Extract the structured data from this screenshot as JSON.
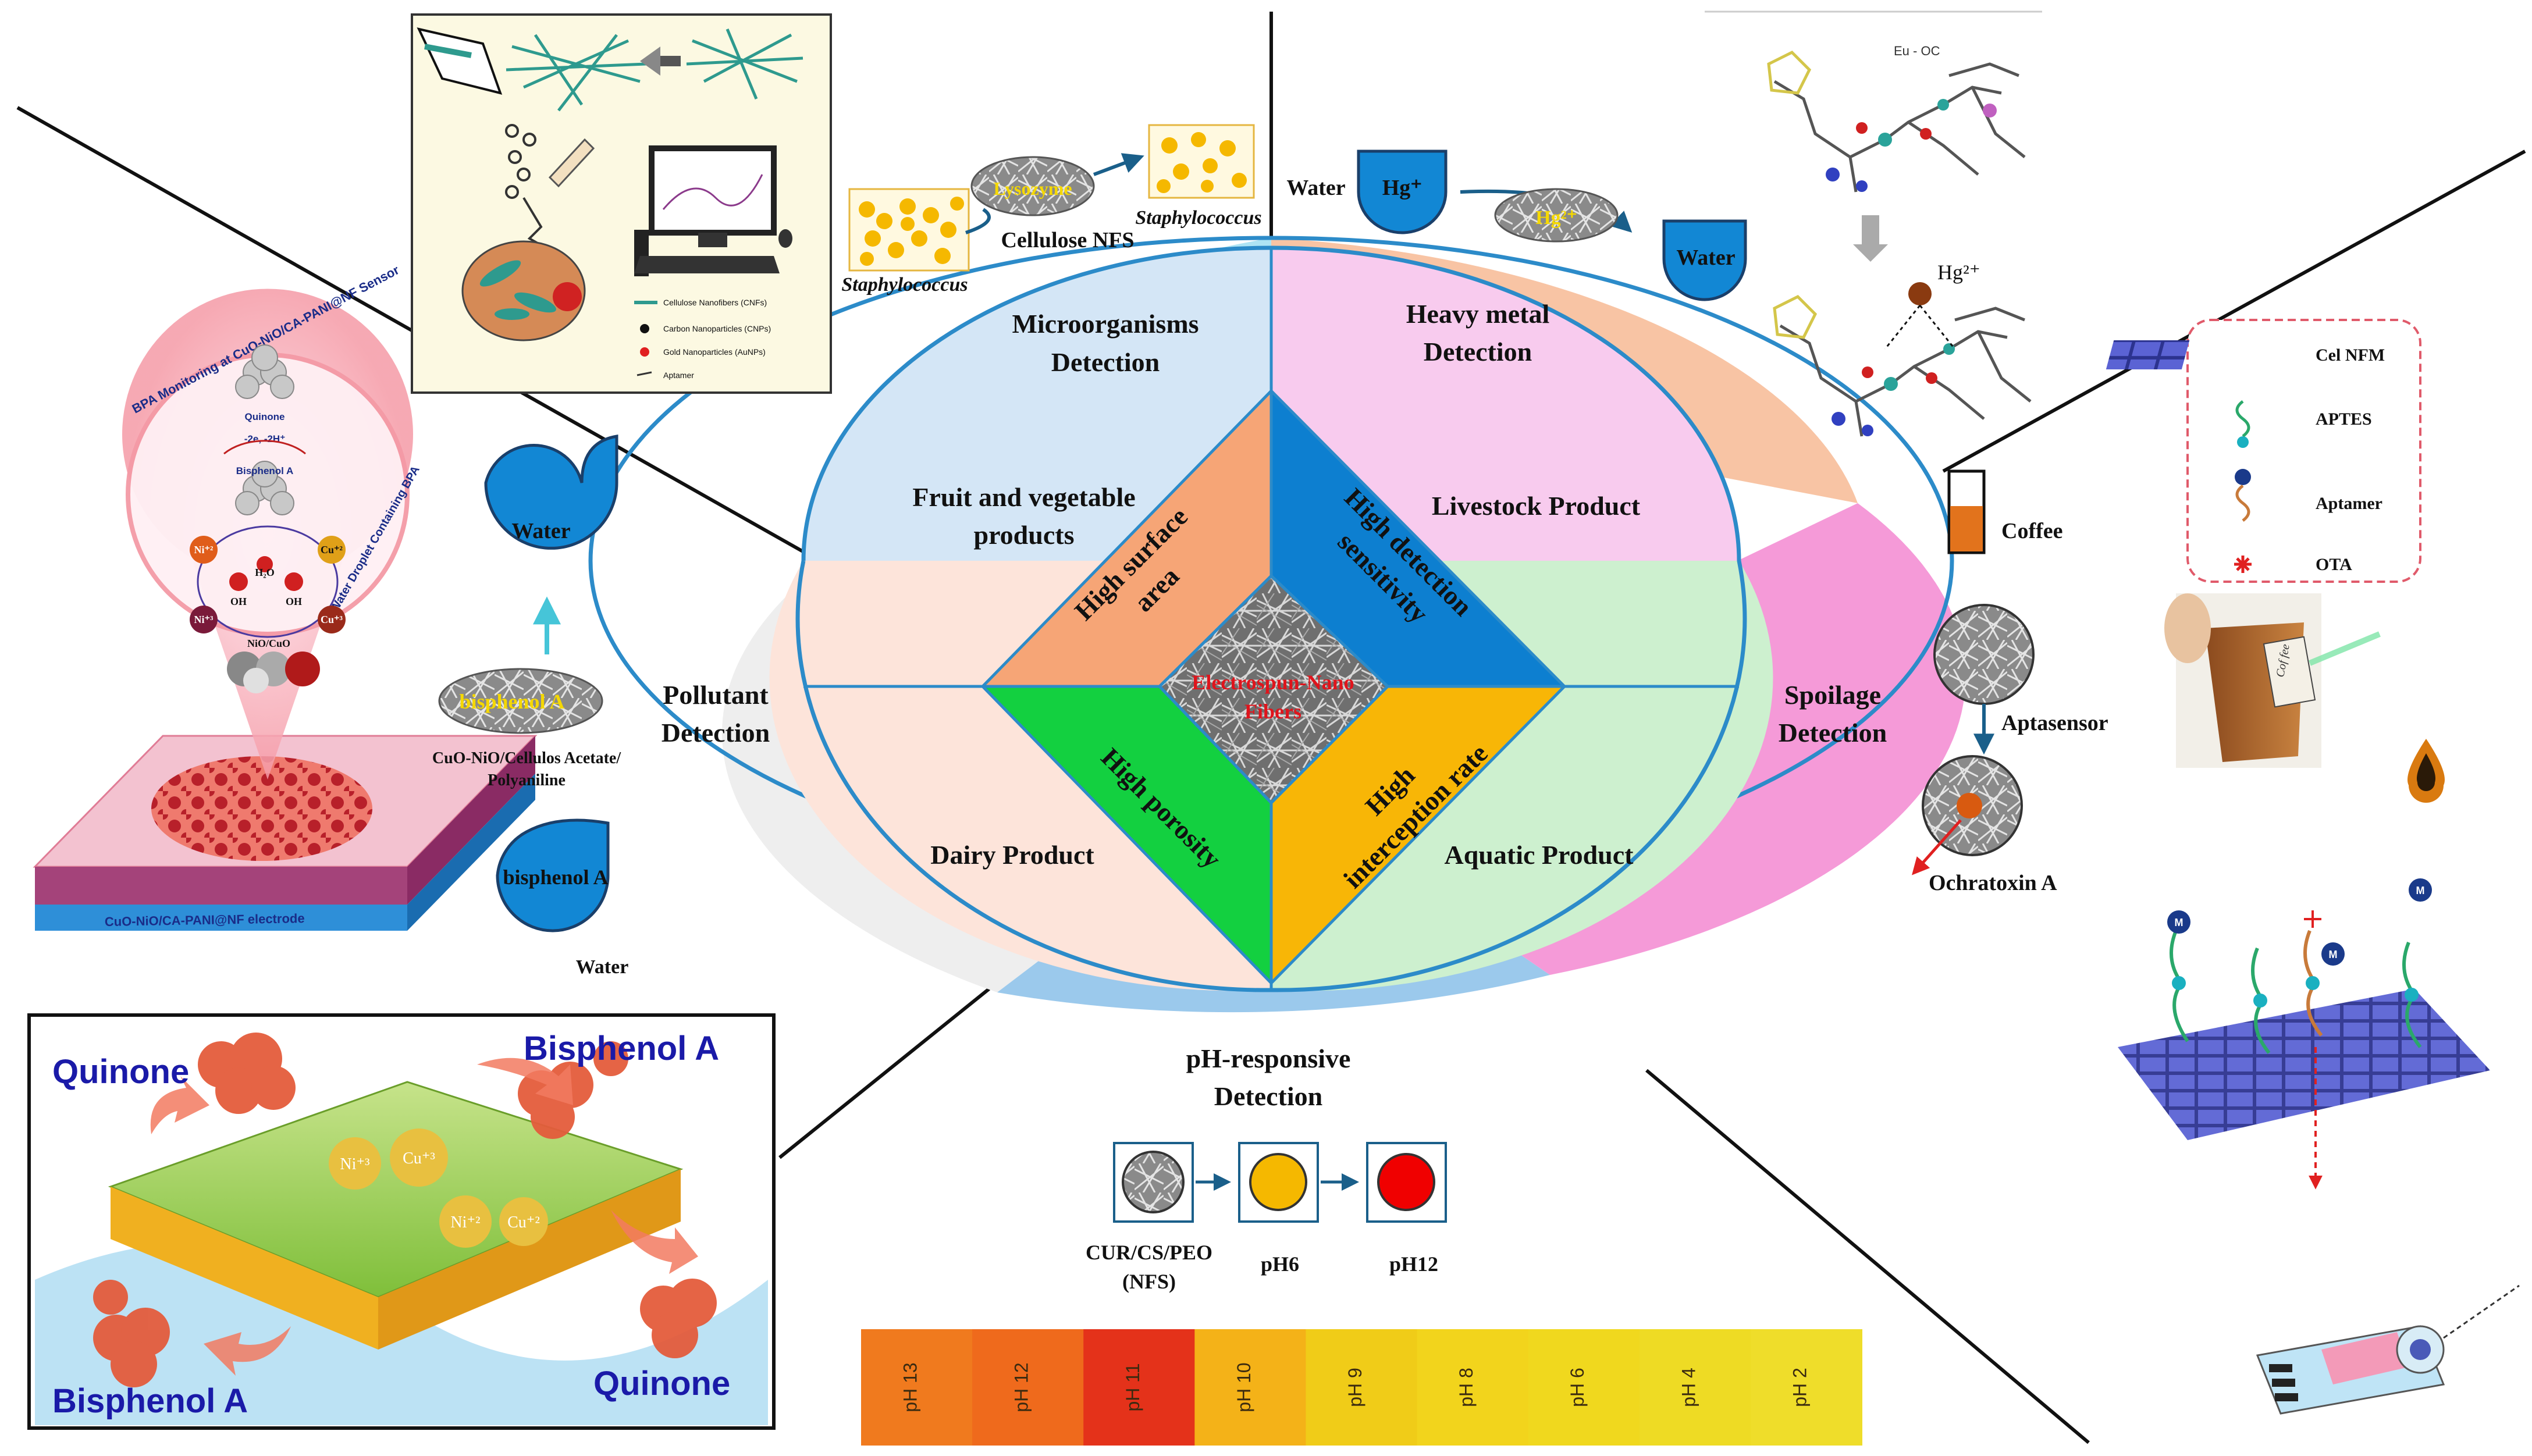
{
  "ring": {
    "top_left": [
      "Microorganisms",
      "Detection"
    ],
    "top_right": [
      "Heavy metal",
      "Detection"
    ],
    "left": [
      "Pollutant",
      "Detection"
    ],
    "right": [
      "Spoilage",
      "Detection"
    ],
    "bottom": [
      "pH-responsive",
      "Detection"
    ]
  },
  "inner": {
    "tl": [
      "Fruit and vegetable",
      "products"
    ],
    "tr": "Livestock Product",
    "bl": "Dairy Product",
    "br": "Aquatic Product"
  },
  "diamond": {
    "tl": [
      "High surface",
      "area"
    ],
    "tr": [
      "High detection",
      "sensitivity"
    ],
    "bl": "High porosity",
    "br": [
      "High",
      "interception rate"
    ],
    "center": [
      "Electrospun-Nano",
      "Fibers"
    ]
  },
  "micro_panel": {
    "legend": [
      "Cellulose Nanofibers (CNFs)",
      "Carbon Nanoparticles (CNPs)",
      "Gold Nanoparticles (AuNPs)",
      "Aptamer"
    ],
    "staph_left": "Staphylococcus",
    "lysozyme": "Lysozyme",
    "cellulose_nfs": "Cellulose NFS",
    "staph_right": "Staphylococcus"
  },
  "metal_panel": {
    "water_label": "Water",
    "hg_drop": "Hg⁺",
    "hg_fiber": "Hg²⁺",
    "water_drop": "Water",
    "eu_label": "Eu - OC",
    "hg_ion": "Hg²⁺"
  },
  "pollutant_panel": {
    "sensor_title": "BPA Monitoring at CuO-NiO/CA-PANI@NF Sensor",
    "quinone": "Quinone",
    "reaction": "-2e, -2H⁺",
    "bisphenol": "Bisphenol A",
    "ni2": "Ni⁺²",
    "cu2": "Cu⁺²",
    "ni3": "Ni⁺³",
    "cu3": "Cu⁺³",
    "h2o": "H₂O",
    "oh1": "OH",
    "oh2": "OH",
    "nio_cuo": "NiO/CuO",
    "droplet_label": "Water Droplet Containing BPA",
    "electrode_label": "CuO-NiO/CA-PANI@NF electrode",
    "water_drop": "Water",
    "bisphenol_fiber": "bisphenol A",
    "fiber_caption": [
      "CuO-NiO/Cellulos Acetate/",
      "Polyaniline"
    ],
    "bisphenol_drop": "bisphenol A",
    "water_caption": "Water"
  },
  "bpa_box": {
    "quinone_tl": "Quinone",
    "bisphenol_tr": "Bisphenol A",
    "bisphenol_bl": "Bisphenol A",
    "quinone_br": "Quinone",
    "ions": [
      "Ni⁺³",
      "Cu⁺³",
      "Ni⁺²",
      "Cu⁺²"
    ]
  },
  "spoilage_panel": {
    "coffee": "Coffee",
    "aptasensor": "Aptasensor",
    "ochratoxin": "Ochratoxin A",
    "legend": [
      "Cel NFM",
      "APTES",
      "Aptamer",
      "OTA"
    ],
    "cup_label": "Cof fee",
    "m_label": "M"
  },
  "ph_panel": {
    "labels": [
      "CUR/CS/PEO",
      "(NFS)",
      "pH6",
      "pH12"
    ],
    "strip": [
      "pH 13",
      "pH 12",
      "pH 11",
      "pH 10",
      "pH 9",
      "pH 8",
      "pH 6",
      "pH 4",
      "pH 2"
    ],
    "colors": [
      "#f07a1e",
      "#ef6a1c",
      "#e4321a",
      "#f4b218",
      "#f0cc18",
      "#f2d41c",
      "#f0d81e",
      "#eedb24",
      "#efdd2a"
    ]
  },
  "colors": {
    "ring_tl": "#aee4f4",
    "ring_tr": "#f8c4a4",
    "ring_left": "#eeeeee",
    "ring_right": "#f59ad8",
    "ring_bottom": "#9bc9ec",
    "inner_tl": "#d4e6f6",
    "inner_tr": "#f8cbee",
    "inner_bl": "#fde4da",
    "inner_br": "#cdf0cf",
    "diamond_tl": "#f6a576",
    "diamond_tr": "#0d7fd0",
    "diamond_bl": "#13d040",
    "diamond_br": "#f8b606",
    "drop_blue": "#1287d4"
  }
}
